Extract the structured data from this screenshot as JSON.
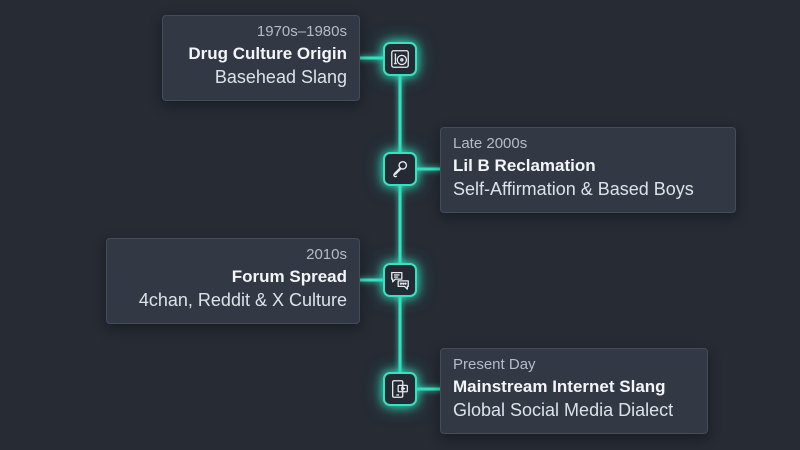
{
  "colors": {
    "background": "#262b34",
    "card": "#323944",
    "accent": "#39e0c0"
  },
  "events": [
    {
      "date": "1970s–1980s",
      "title": "Drug Culture Origin",
      "subtitle": "Basehead Slang",
      "icon": "vinyl-record-icon",
      "side": "left"
    },
    {
      "date": "Late 2000s",
      "title": "Lil B Reclamation",
      "subtitle": "Self-Affirmation & Based Boys",
      "icon": "microphone-icon",
      "side": "right"
    },
    {
      "date": "2010s",
      "title": "Forum Spread",
      "subtitle": "4chan, Reddit & X Culture",
      "icon": "chat-bubbles-icon",
      "side": "left"
    },
    {
      "date": "Present Day",
      "title": "Mainstream Internet Slang",
      "subtitle": "Global Social Media Dialect",
      "icon": "mobile-video-icon",
      "side": "right"
    }
  ]
}
